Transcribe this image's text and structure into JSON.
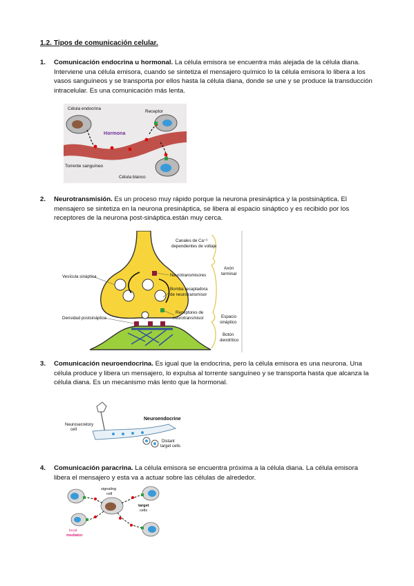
{
  "heading": "1.2. Tipos de comunicación celular.",
  "items": [
    {
      "number": "1.",
      "title": "Comunicación endocrina u hormonal.",
      "text": " La célula emisora se encuentra más alejada de la célula diana. Interviene una célula emisora, cuando se sintetiza el mensajero químico lo la célula emisora lo libera a los vasos sanguíneos y se transporta por ellos hasta la célula diana, donde se une y se produce la transducción intracelular. Es una comunicación más lenta."
    },
    {
      "number": "2.",
      "title": "Neurotransmisión.",
      "text": " Es un proceso muy rápido porque la neurona presináptica y la postsináptica. El mensajero se sintetiza en la neurona presináptica, se libera al espacio sináptico y es recibido por los receptores de la neurona post-sináptica.están muy cerca."
    },
    {
      "number": "3.",
      "title": "Comunicación neuroendocrina.",
      "text": " Es igual que la endocrina, pero la célula emisora es una neurona. Una célula produce y libera un mensajero, lo expulsa al torrente sanguíneo y se transporta hasta que alcanza la célula diana. Es un mecanismo más lento que la hormonal."
    },
    {
      "number": "4.",
      "title": "Comunicación paracrina.",
      "text": " La célula emisora se encuentra próxima a la célula diana. La célula emisora libera el mensajero y esta va a actuar sobre las células de alrededor."
    }
  ],
  "figure_endocrine": {
    "label_cell": "Célula endocrina",
    "label_receptor": "Receptor",
    "label_hormone": "Hormona",
    "label_blood": "Torrente sanguíneo",
    "label_target": "Célula blanco"
  },
  "figure_synapse": {
    "label_channels_1": "Canales de Ca⁺²",
    "label_channels_2": "dependientes de voltaje",
    "label_vesicle": "Vesícula sináptica",
    "label_nt": "Neurotransmisores",
    "label_pump_1": "Bomba recaptadora",
    "label_pump_2": "de neurotransmisor",
    "label_density": "Densidad postsináptica",
    "label_receptors_1": "Receptores de",
    "label_receptors_2": "neurotransmisor",
    "label_axon_1": "Axón",
    "label_axon_2": "terminal",
    "label_space_1": "Espacio",
    "label_space_2": "sináptico",
    "label_button_1": "Botón",
    "label_button_2": "dendrítico"
  },
  "figure_neuroendocrine": {
    "label_title": "Neuroendocrine",
    "label_cell_1": "Neurosecretory",
    "label_cell_2": "cell",
    "label_target_1": "Distant",
    "label_target_2": "target cells"
  },
  "figure_paracrine": {
    "label_signal_1": "signaling",
    "label_signal_2": "cell",
    "label_target_1": "target",
    "label_target_2": "cells",
    "label_mediator_1": "local",
    "label_mediator_2": "mediator"
  },
  "colors": {
    "blood": "#c0514a",
    "hormone": "#7030a0",
    "synapse_yellow": "#f7d53a",
    "dendrite_green": "#9ccf3c",
    "mediator_red": "#e0207a",
    "target_blue": "#3a9ad9"
  }
}
